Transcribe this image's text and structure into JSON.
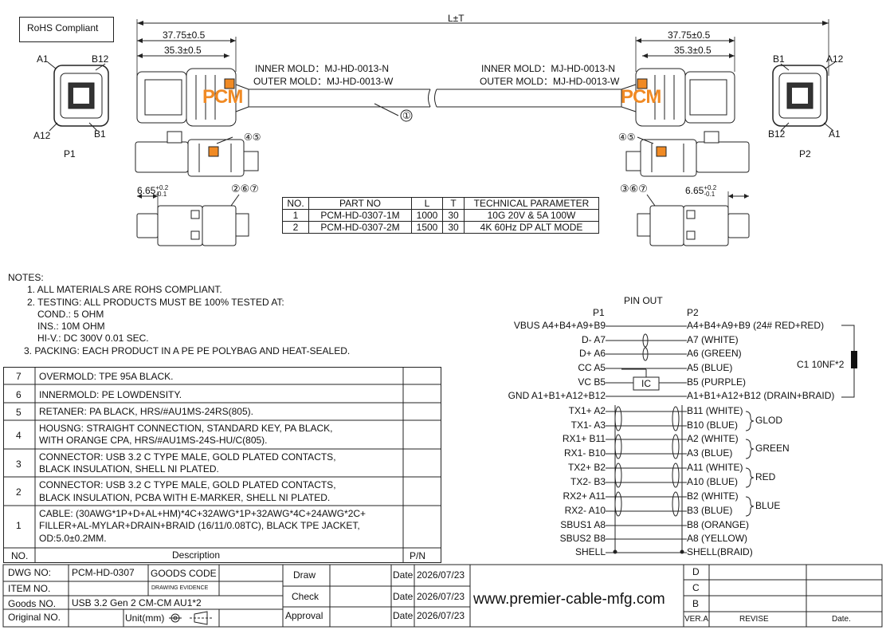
{
  "rohs": "RoHS Compliant",
  "dims": {
    "total_length": "L±T",
    "overmold_len": "37.75±0.5",
    "connector_len": "35.3±0.5",
    "small_len_main": "6.65",
    "small_len_tol_up": "+0.2",
    "small_len_tol_dn": "-0.1"
  },
  "molds": {
    "inner": "INNER MOLD：MJ-HD-0013-N",
    "outer": "OUTER MOLD：MJ-HD-0013-W"
  },
  "brand": "PCM",
  "pins": {
    "a1": "A1",
    "b12": "B12",
    "a12": "A12",
    "b1": "B1",
    "p1": "P1",
    "p2": "P2"
  },
  "callouts": {
    "c1": "①",
    "c45": "④⑤",
    "c267": "②⑥⑦",
    "c367": "③⑥⑦"
  },
  "part_table": {
    "headers": [
      "NO.",
      "PART NO",
      "L",
      "T",
      "TECHNICAL PARAMETER"
    ],
    "rows": [
      [
        "1",
        "PCM-HD-0307-1M",
        "1000",
        "30",
        "10G 20V & 5A 100W"
      ],
      [
        "2",
        "PCM-HD-0307-2M",
        "1500",
        "30",
        "4K 60Hz DP ALT MODE"
      ]
    ]
  },
  "notes": {
    "title": "NOTES:",
    "lines": [
      "1. ALL MATERIALS ARE ROHS COMPLIANT.",
      "2. TESTING: ALL PRODUCTS MUST BE 100% TESTED AT:",
      "COND.: 5 OHM",
      "INS.: 10M OHM",
      "HI-V.: DC 300V 0.01 SEC.",
      "3. PACKING: EACH PRODUCT IN A  PE PE POLYBAG AND HEAT-SEALED."
    ]
  },
  "bom": {
    "rows": [
      {
        "no": "7",
        "desc": [
          "OVERMOLD: TPE 95A BLACK."
        ]
      },
      {
        "no": "6",
        "desc": [
          "INNERMOLD: PE LOWDENSITY."
        ]
      },
      {
        "no": "5",
        "desc": [
          "RETANER: PA BLACK, HRS/#AU1MS-24RS(805)."
        ]
      },
      {
        "no": "4",
        "desc": [
          "HOUSNG: STRAIGHT CONNECTION, STANDARD KEY, PA BLACK,",
          "WITH ORANGE CPA, HRS/#AU1MS-24S-HU/C(805)."
        ]
      },
      {
        "no": "3",
        "desc": [
          "CONNECTOR: USB 3.2 C TYPE MALE, GOLD PLATED CONTACTS,",
          "BLACK INSULATION, SHELL NI PLATED."
        ]
      },
      {
        "no": "2",
        "desc": [
          "CONNECTOR: USB 3.2 C TYPE MALE, GOLD PLATED CONTACTS,",
          "BLACK INSULATION, PCBA WITH E-MARKER, SHELL NI PLATED."
        ]
      },
      {
        "no": "1",
        "desc": [
          "CABLE: (30AWG*1P+D+AL+HM)*4C+32AWG*1P+32AWG*4C+24AWG*2C+",
          "FILLER+AL-MYLAR+DRAIN+BRAID (16/11/0.08TC), BLACK TPE JACKET,",
          "OD:5.0±0.2MM."
        ]
      }
    ],
    "footer": {
      "no": "NO.",
      "desc": "Description",
      "pn": "P/N"
    }
  },
  "pinout": {
    "title": "PIN OUT",
    "p1": "P1",
    "p2": "P2",
    "rows": [
      {
        "left": "VBUS A4+B4+A9+B9",
        "right": "A4+B4+A9+B9 (24# RED+RED)"
      },
      {
        "left": "D-  A7",
        "right": "A7 (WHITE)"
      },
      {
        "left": "D+ A6",
        "right": "A6 (GREEN)"
      },
      {
        "left": "CC A5",
        "right": "A5 (BLUE)"
      },
      {
        "left": "VC B5",
        "right": "B5 (PURPLE)"
      },
      {
        "left": "GND A1+B1+A12+B12",
        "right": "A1+B1+A12+B12 (DRAIN+BRAID)"
      },
      {
        "left": "TX1+ A2",
        "right": "B11 (WHITE)"
      },
      {
        "left": "TX1- A3",
        "right": "B10 (BLUE)"
      },
      {
        "left": "RX1+ B11",
        "right": "A2 (WHITE)"
      },
      {
        "left": "RX1- B10",
        "right": "A3 (BLUE)"
      },
      {
        "left": "TX2+ B2",
        "right": "A11 (WHITE)"
      },
      {
        "left": "TX2- B3",
        "right": "A10 (BLUE)"
      },
      {
        "left": "RX2+ A11",
        "right": "B2 (WHITE)"
      },
      {
        "left": "RX2- A10",
        "right": "B3 (BLUE)"
      },
      {
        "left": "SBUS1 A8",
        "right": "B8 (ORANGE)"
      },
      {
        "left": "SBUS2 B8",
        "right": "A8 (YELLOW)"
      },
      {
        "left": "SHELL",
        "right": "SHELL(BRAID)"
      }
    ],
    "ic": "IC",
    "cap": "C1 10NF*2",
    "groups": [
      "GLOD",
      "GREEN",
      "RED",
      "BLUE"
    ]
  },
  "title_block": {
    "dwg_no_label": "DWG NO:",
    "dwg_no": "PCM-HD-0307",
    "goods_code": "GOODS CODE",
    "item_no": "ITEM NO.",
    "drawing_evidence": "DRAWING EVIDENCE",
    "goods_no_label": "Goods NO.",
    "goods_no": "USB 3.2 Gen 2 CM-CM AU1*2",
    "original_no": "Original NO.",
    "unit": "Unit(mm)",
    "draw": "Draw",
    "check": "Check",
    "approval": "Approval",
    "date_label": "Date",
    "date1": "2026/07/23",
    "date2": "2026/07/23",
    "date3": "2026/07/23",
    "website": "www.premier-cable-mfg.com",
    "rev_d": "D",
    "rev_c": "C",
    "rev_b": "B",
    "ver": "VER.A",
    "revise": "REVISE",
    "date_col": "Date."
  }
}
